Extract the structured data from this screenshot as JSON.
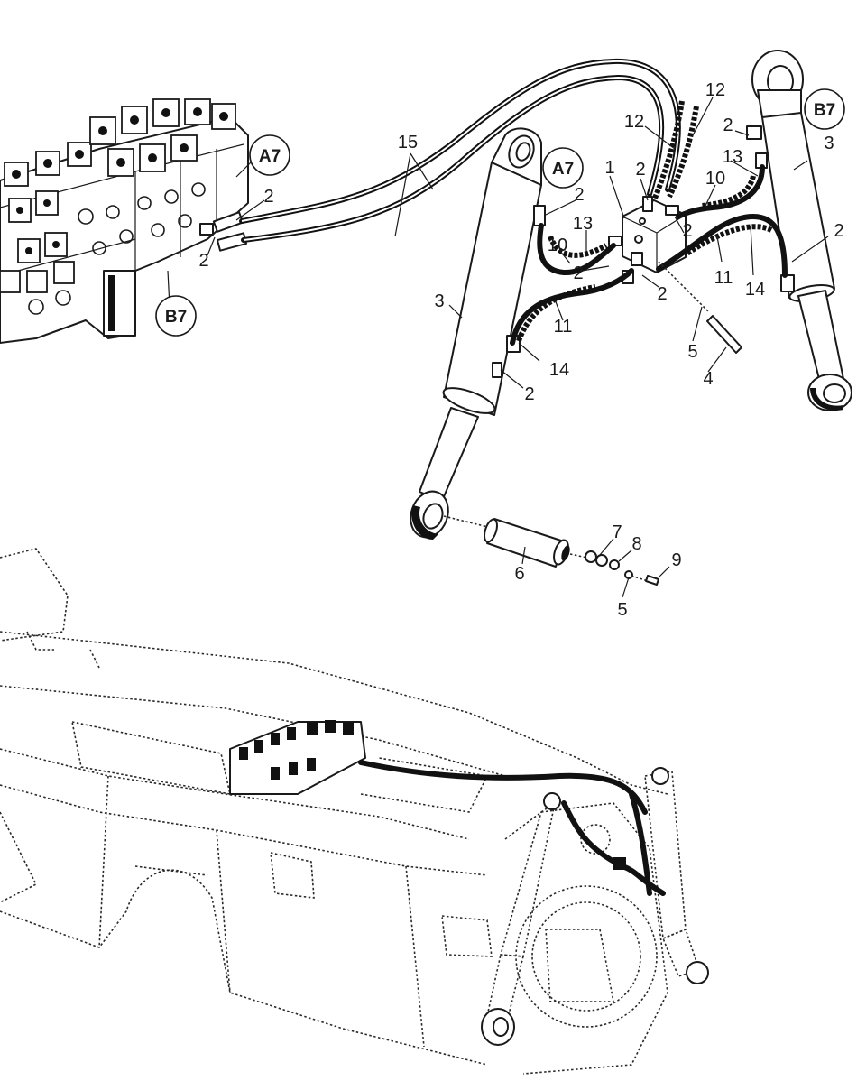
{
  "callouts": {
    "a7_valve": "A7",
    "b7_valve": "B7",
    "a7_cylinder": "A7",
    "b7_cylinder": "B7",
    "item_1": "1",
    "item_2_valve_upper": "2",
    "item_2_valve_lower": "2",
    "item_2_block_top_left": "2",
    "item_2_block_top": "2",
    "item_2_block_right": "2",
    "item_2_block_mid": "2",
    "item_2_block_lower": "2",
    "item_2_left_cyl_base": "2",
    "item_2_right_top": "2",
    "item_2_right_cyl": "2",
    "item_3_left": "3",
    "item_3_right": "3",
    "item_4": "4",
    "item_5_block": "5",
    "item_5_pin": "5",
    "item_6": "6",
    "item_7": "7",
    "item_8": "8",
    "item_9": "9",
    "item_10_left": "10",
    "item_10_right": "10",
    "item_11_left": "11",
    "item_11_right": "11",
    "item_12_left": "12",
    "item_12_right": "12",
    "item_13_left": "13",
    "item_13_right": "13",
    "item_14_left": "14",
    "item_14_right": "14",
    "item_15": "15"
  }
}
